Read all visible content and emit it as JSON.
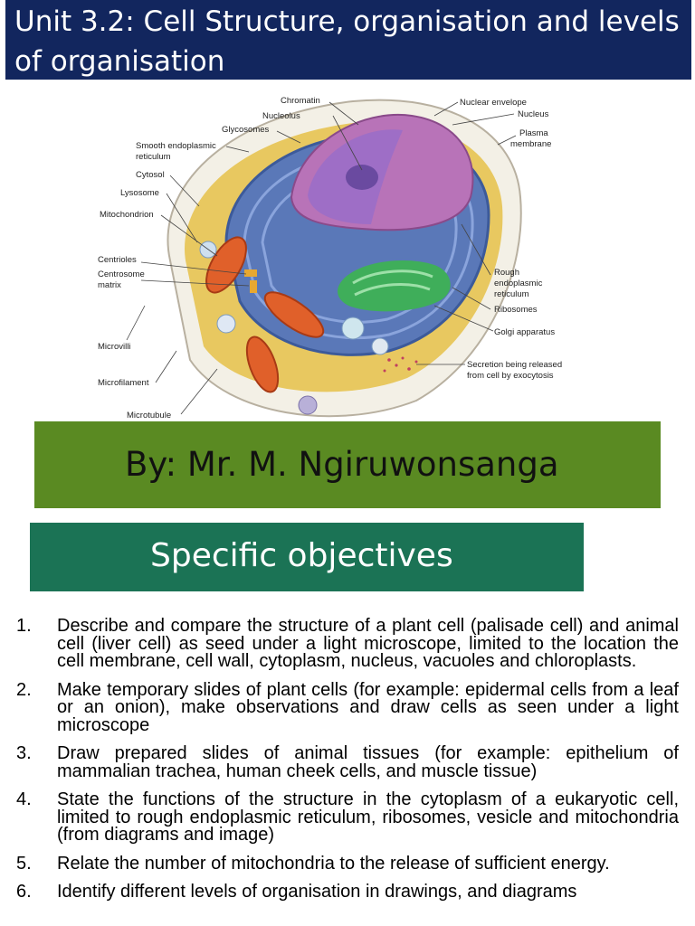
{
  "header": {
    "title": "Unit 3.2: Cell Structure, organisation and levels of organisation",
    "background": "#12265e"
  },
  "diagram": {
    "labels": {
      "chromatin": "Chromatin",
      "nucleolus": "Nucleolus",
      "glycosomes": "Glycosomes",
      "smooth_er_1": "Smooth endoplasmic",
      "smooth_er_2": "reticulum",
      "cytosol": "Cytosol",
      "lysosome": "Lysosome",
      "mitochondrion": "Mitochondrion",
      "centrioles": "Centrioles",
      "centrosome_1": "Centrosome",
      "centrosome_2": "matrix",
      "microvilli": "Microvilli",
      "microfilament": "Microfilament",
      "microtubule": "Microtubule",
      "nuclear_envelope": "Nuclear envelope",
      "nucleus": "Nucleus",
      "plasma_1": "Plasma",
      "plasma_2": "membrane",
      "rough_er_1": "Rough",
      "rough_er_2": "endoplasmic",
      "rough_er_3": "reticulum",
      "ribosomes": "Ribosomes",
      "golgi": "Golgi apparatus",
      "secretion_1": "Secretion being released",
      "secretion_2": "from cell by exocytosis"
    }
  },
  "author": {
    "text": "By: Mr. M. Ngiruwonsanga",
    "background": "#5a8a22"
  },
  "objectives_header": {
    "text": "Specific objectives",
    "background": "#1b7355"
  },
  "objectives": [
    {
      "num": "1.",
      "text": "Describe and compare the structure of a plant cell (palisade cell) and animal cell (liver cell) as seed under a light microscope, limited to the location the cell membrane, cell wall, cytoplasm, nucleus, vacuoles and chloroplasts."
    },
    {
      "num": "2.",
      "text": "Make temporary slides of plant cells (for example: epidermal cells from a leaf or an onion), make observations and draw cells as seen under a light microscope"
    },
    {
      "num": "3.",
      "text": "Draw prepared slides of animal tissues (for example: epithelium of mammalian trachea, human cheek cells, and muscle tissue)"
    },
    {
      "num": "4.",
      "text": "State the functions of the structure in the cytoplasm of a eukaryotic cell, limited to rough endoplasmic reticulum, ribosomes, vesicle and mitochondria (from diagrams and image)"
    },
    {
      "num": "5.",
      "text": "Relate the number of mitochondria to the release of sufficient energy."
    },
    {
      "num": "6.",
      "text": "Identify different levels of organisation in drawings, and diagrams"
    }
  ]
}
